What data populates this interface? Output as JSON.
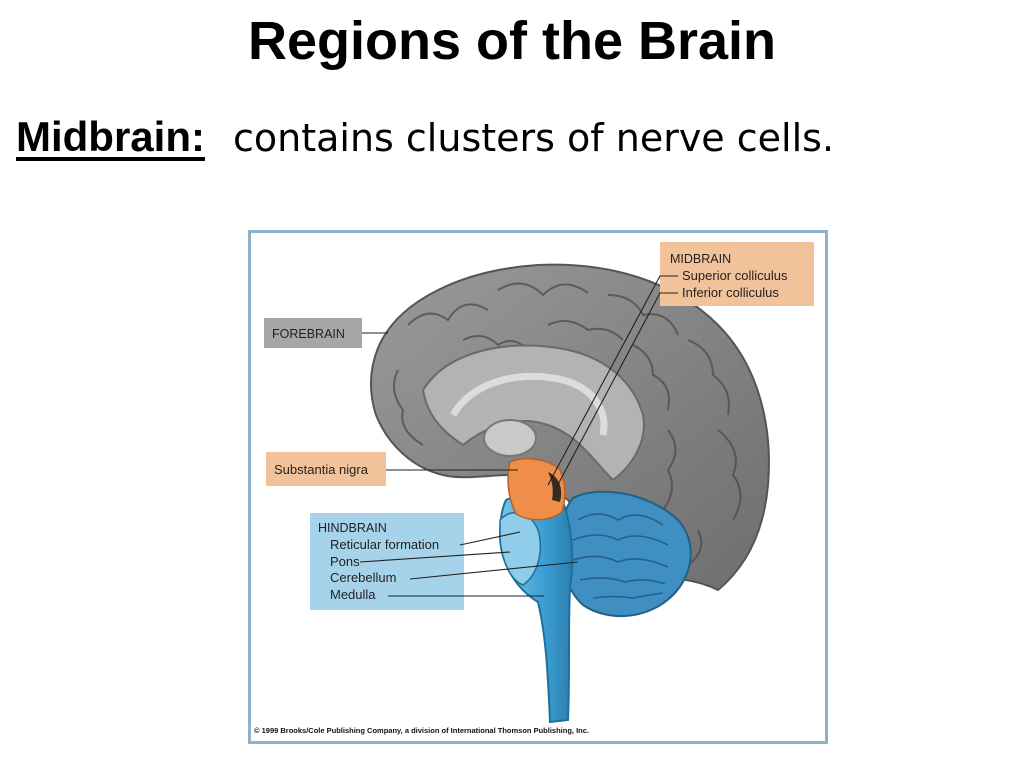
{
  "slide": {
    "title": "Regions of the Brain",
    "term": "Midbrain:",
    "description": "contains clusters of nerve cells."
  },
  "figure": {
    "labels": {
      "midbrain_heading": "MIDBRAIN",
      "superior_colliculus": "Superior colliculus",
      "inferior_colliculus": "Inferior colliculus",
      "forebrain": "FOREBRAIN",
      "substantia_nigra": "Substantia nigra",
      "hindbrain_heading": "HINDBRAIN",
      "reticular_formation": "Reticular formation",
      "pons": "Pons",
      "cerebellum": "Cerebellum",
      "medulla": "Medulla"
    },
    "copyright": "© 1999 Brooks/Cole Publishing Company, a division of International Thomson Publishing, Inc."
  },
  "colors": {
    "frame": "#8fb2c8",
    "midbrain_box": "#f2c39a",
    "forebrain_box": "#a6a6a6",
    "substantia_box": "#f2c39a",
    "hindbrain_box": "#a7d3ea",
    "cerebrum": "#8d8d8d",
    "brainstem": "#3f9fd1",
    "midbrain_orange": "#ef8e49"
  }
}
